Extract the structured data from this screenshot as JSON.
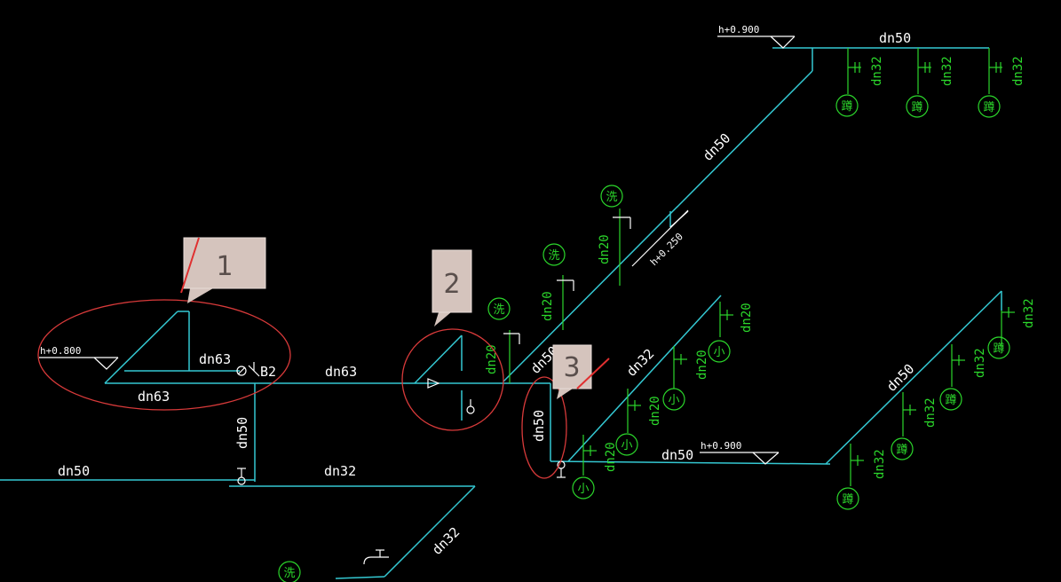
{
  "colors": {
    "background": "#000000",
    "pipe": "#34c8d2",
    "fixture": "#2bd62b",
    "text": "#ffffff",
    "highlight_ring": "#d83a3a",
    "callout": "#d5c4bd"
  },
  "elevations": {
    "top_right": "h+0.900",
    "mid": "h+0.250",
    "left": "h+0.800",
    "bottom_right": "h+0.900"
  },
  "pipe_labels": {
    "top_main": "dn50",
    "top_branch_a": "dn32",
    "top_branch_b": "dn32",
    "top_branch_c": "dn32",
    "diag_main": "dn50",
    "riser_a": "dn20",
    "riser_b": "dn20",
    "riser_c": "dn20",
    "left_upper": "dn63",
    "left_lower": "dn63",
    "main_mid": "dn63",
    "tag_b2": "B2",
    "down_left": "dn50",
    "bottom_left": "dn50",
    "bottom_mid": "dn32",
    "bottom_diag": "dn32",
    "vert_dn50": "dn50",
    "diag_dn50_small": "dn50",
    "mid_diag_dn32": "dn32",
    "mid_risers_dn20_1": "dn20",
    "mid_risers_dn20_2": "dn20",
    "mid_risers_dn20_3": "dn20",
    "mid_risers_dn20_4": "dn20",
    "bottom_main_dn50": "dn50",
    "right_diag_dn50": "dn50",
    "right_dn32_1": "dn32",
    "right_dn32_2": "dn32",
    "right_dn32_3": "dn32",
    "right_dn32_4": "dn32"
  },
  "fixture_symbols": {
    "squat_toilet": "蹲",
    "washbasin": "洗",
    "urinal": "小"
  },
  "callouts": [
    "1",
    "2",
    "3"
  ]
}
